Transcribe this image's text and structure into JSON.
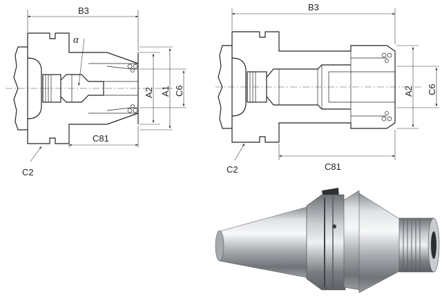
{
  "left_drawing": {
    "label_b3": "B3",
    "label_alpha": "α",
    "label_a2": "A2",
    "label_a1": "A1",
    "label_c6": "C6",
    "label_c81": "C81",
    "label_c2": "C2"
  },
  "right_drawing": {
    "label_b3": "B3",
    "label_a2": "A2",
    "label_c6": "C6",
    "label_c81": "C81",
    "label_c2": "C2"
  },
  "colors": {
    "line": "#222222",
    "steel_light": "#e6e8ea",
    "steel_dark": "#6f7377",
    "background": "#ffffff"
  },
  "photo": {
    "subject": "steep-taper tool holder (product photo)"
  }
}
